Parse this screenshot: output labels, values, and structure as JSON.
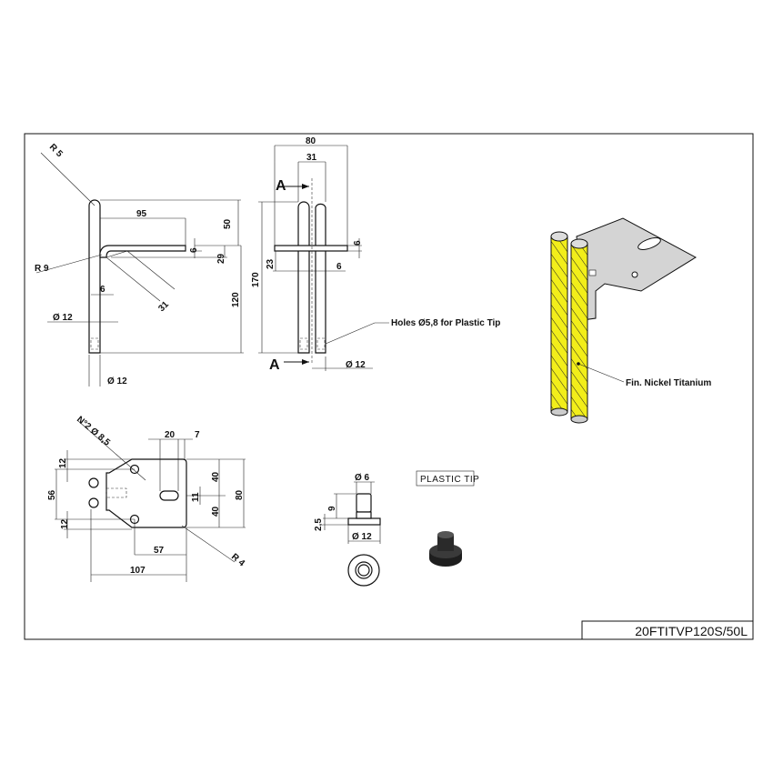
{
  "drawing_code": "20FTITVP120S/50L",
  "side_view": {
    "r_top": "R 5",
    "r_bend": "R 9",
    "arm_length": "95",
    "top_height": "50",
    "plate_thk": "6",
    "bend_height": "29",
    "brace": "31",
    "offset": "6",
    "height": "120",
    "rod_dia": "Ø 12",
    "rod_dia_bottom": "Ø 12"
  },
  "front_view": {
    "width": "80",
    "spacing": "31",
    "section_top": "A",
    "section_bottom": "A",
    "plate_thk": "6",
    "height": "170",
    "tab_height": "23",
    "tab_thk": "6",
    "rod_dia": "Ø 12",
    "holes_note": "Holes Ø5,8 for Plastic Tip"
  },
  "plan_view": {
    "holes": "N°2 Ø 8,5",
    "slot_width": "20",
    "slot_offset": "7",
    "edge_top": "12",
    "pitch": "56",
    "edge_bottom": "12",
    "slot_h": "11",
    "half_top": "40",
    "half_bottom": "40",
    "total_h": "80",
    "hole_x": "57",
    "total_w": "107",
    "corner": "R 4"
  },
  "plastic_tip": {
    "label": "PLASTIC TIP",
    "pin_dia": "Ø 6",
    "pin_h": "9",
    "flange_h": "2,5",
    "flange_dia": "Ø 12"
  },
  "iso_view": {
    "finish_note": "Fin. Nickel Titanium"
  },
  "colors": {
    "rod_yellow": "#f2ee1a",
    "plate_gray": "#d4d4d4",
    "tip_black": "#1e1e1e"
  }
}
